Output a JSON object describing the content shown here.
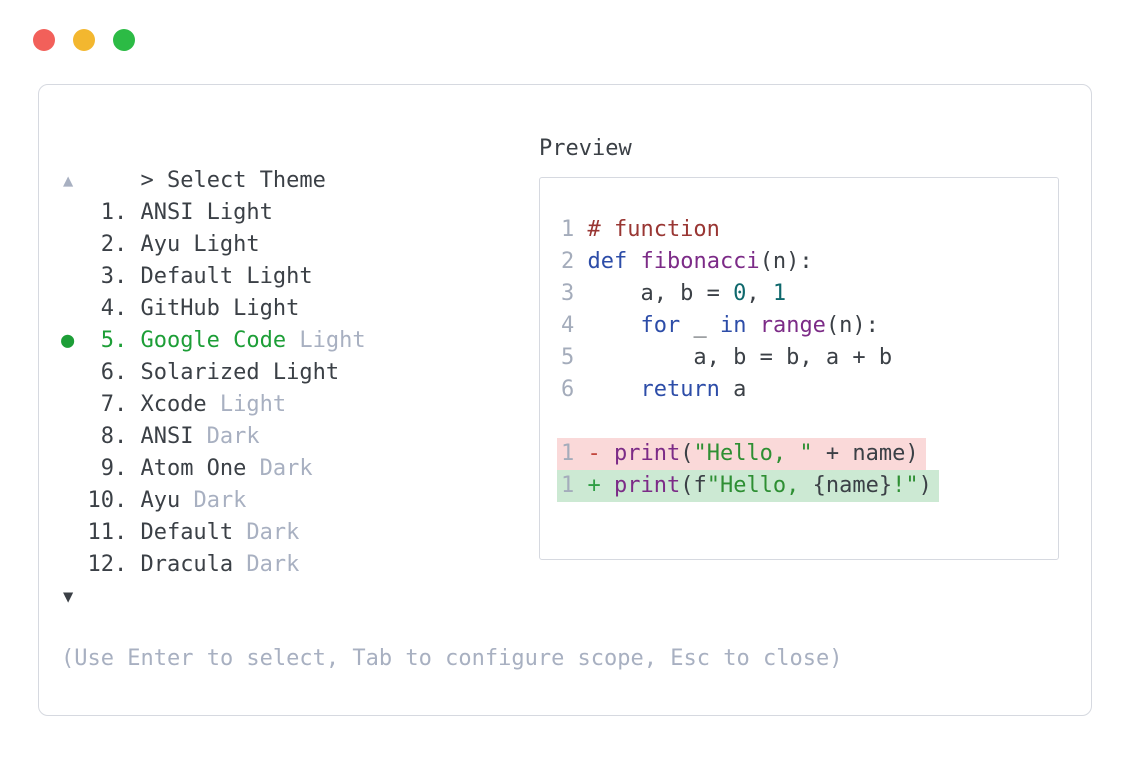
{
  "colors": {
    "dark": "#3b4046",
    "muted": "#a8b0c1",
    "border": "#d6d9e0",
    "green_sel": "#1d9e37",
    "ln": "#a4acbb",
    "cm": "#993633",
    "kw": "#2d4da8",
    "fn": "#7c2b87",
    "num": "#0e686c",
    "str": "#2e8f33",
    "rem": "#c2463d",
    "add": "#2f9e44",
    "bg_removed": "#fad9d9",
    "bg_added": "#cce9d3",
    "dot_red": "#f2605a",
    "dot_yellow": "#f3b72f",
    "dot_green": "#2cbb45"
  },
  "window": {
    "controls": [
      {
        "name": "close",
        "color_key": "dot_red"
      },
      {
        "name": "minimize",
        "color_key": "dot_yellow"
      },
      {
        "name": "zoom",
        "color_key": "dot_green"
      }
    ]
  },
  "selector": {
    "prompt_symbol": ">",
    "title": "Select Theme",
    "scroll_up_icon": "▲",
    "scroll_down_icon": "▼",
    "selected_bullet": "●",
    "help": "(Use Enter to select, Tab to configure scope, Esc to close)",
    "items": [
      {
        "num": "1.",
        "name": "ANSI Light",
        "suffix": "",
        "selected": false
      },
      {
        "num": "2.",
        "name": "Ayu Light",
        "suffix": "",
        "selected": false
      },
      {
        "num": "3.",
        "name": "Default Light",
        "suffix": "",
        "selected": false
      },
      {
        "num": "4.",
        "name": "GitHub Light",
        "suffix": "",
        "selected": false
      },
      {
        "num": "5.",
        "name": "Google Code",
        "suffix": " Light",
        "selected": true
      },
      {
        "num": "6.",
        "name": "Solarized Light",
        "suffix": "",
        "selected": false
      },
      {
        "num": "7.",
        "name": "Xcode",
        "suffix": " Light",
        "selected": false
      },
      {
        "num": "8.",
        "name": "ANSI",
        "suffix": " Dark",
        "selected": false
      },
      {
        "num": "9.",
        "name": "Atom One",
        "suffix": " Dark",
        "selected": false
      },
      {
        "num": "10.",
        "name": "Ayu",
        "suffix": " Dark",
        "selected": false
      },
      {
        "num": "11.",
        "name": "Default",
        "suffix": " Dark",
        "selected": false
      },
      {
        "num": "12.",
        "name": "Dracula",
        "suffix": " Dark",
        "selected": false
      }
    ]
  },
  "preview": {
    "title": "Preview",
    "code_lines": [
      {
        "ln": "1",
        "diff": "",
        "segments": [
          {
            "t": "# function",
            "c": "cm"
          }
        ]
      },
      {
        "ln": "2",
        "diff": "",
        "segments": [
          {
            "t": "def",
            "c": "kw"
          },
          {
            "t": " ",
            "c": "df"
          },
          {
            "t": "fibonacci",
            "c": "fn"
          },
          {
            "t": "(n):",
            "c": "df"
          }
        ]
      },
      {
        "ln": "3",
        "diff": "",
        "segments": [
          {
            "t": "    a, b = ",
            "c": "df"
          },
          {
            "t": "0",
            "c": "num"
          },
          {
            "t": ", ",
            "c": "df"
          },
          {
            "t": "1",
            "c": "num"
          }
        ]
      },
      {
        "ln": "4",
        "diff": "",
        "segments": [
          {
            "t": "    ",
            "c": "df"
          },
          {
            "t": "for",
            "c": "kw"
          },
          {
            "t": " _ ",
            "c": "df"
          },
          {
            "t": "in",
            "c": "kw"
          },
          {
            "t": " ",
            "c": "df"
          },
          {
            "t": "range",
            "c": "fn"
          },
          {
            "t": "(n):",
            "c": "df"
          }
        ]
      },
      {
        "ln": "5",
        "diff": "",
        "segments": [
          {
            "t": "        a, b = b, a + b",
            "c": "df"
          }
        ]
      },
      {
        "ln": "6",
        "diff": "",
        "segments": [
          {
            "t": "    ",
            "c": "df"
          },
          {
            "t": "return",
            "c": "kw"
          },
          {
            "t": " a",
            "c": "df"
          }
        ]
      },
      {
        "ln": "",
        "diff": "",
        "segments": []
      },
      {
        "ln": "1",
        "diff": "removed",
        "segments": [
          {
            "t": "-",
            "c": "rem"
          },
          {
            "t": " ",
            "c": "df"
          },
          {
            "t": "print",
            "c": "fn"
          },
          {
            "t": "(",
            "c": "df"
          },
          {
            "t": "\"Hello, \"",
            "c": "str"
          },
          {
            "t": " + name)",
            "c": "df"
          }
        ]
      },
      {
        "ln": "1",
        "diff": "added",
        "segments": [
          {
            "t": "+",
            "c": "add"
          },
          {
            "t": " ",
            "c": "df"
          },
          {
            "t": "print",
            "c": "fn"
          },
          {
            "t": "(f",
            "c": "df"
          },
          {
            "t": "\"Hello, ",
            "c": "str"
          },
          {
            "t": "{name}",
            "c": "df"
          },
          {
            "t": "!\"",
            "c": "str"
          },
          {
            "t": ")",
            "c": "df"
          }
        ]
      }
    ]
  }
}
